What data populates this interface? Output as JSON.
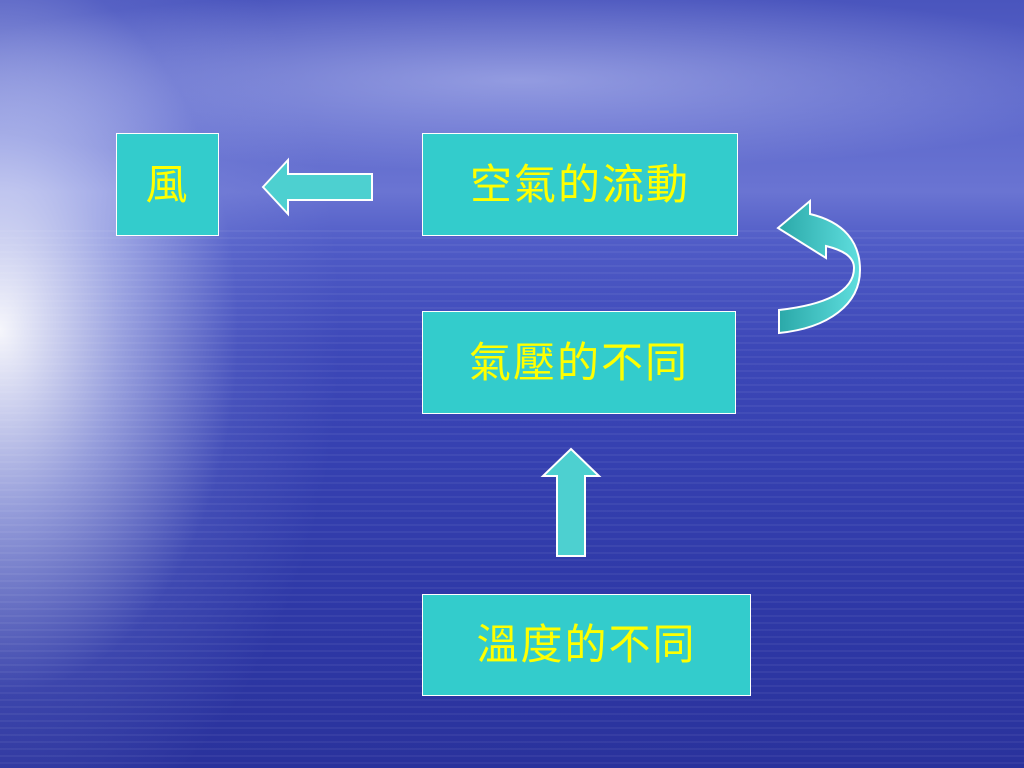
{
  "diagram": {
    "nodes": {
      "wind": "風",
      "air_flow": "空氣的流動",
      "pressure_difference": "氣壓的不同",
      "temperature_difference": "溫度的不同"
    },
    "edges": [
      {
        "from": "temperature_difference",
        "to": "pressure_difference"
      },
      {
        "from": "pressure_difference",
        "to": "air_flow"
      },
      {
        "from": "air_flow",
        "to": "wind"
      }
    ]
  },
  "colors": {
    "box_fill": "#33cccc",
    "box_border": "#ffffff",
    "text": "#ffff00",
    "arrow_fill": "#4dd0d0"
  },
  "icons": {
    "arrow_left": "left-arrow-icon",
    "arrow_up": "up-arrow-icon",
    "arrow_curved": "curved-up-arrow-icon"
  }
}
